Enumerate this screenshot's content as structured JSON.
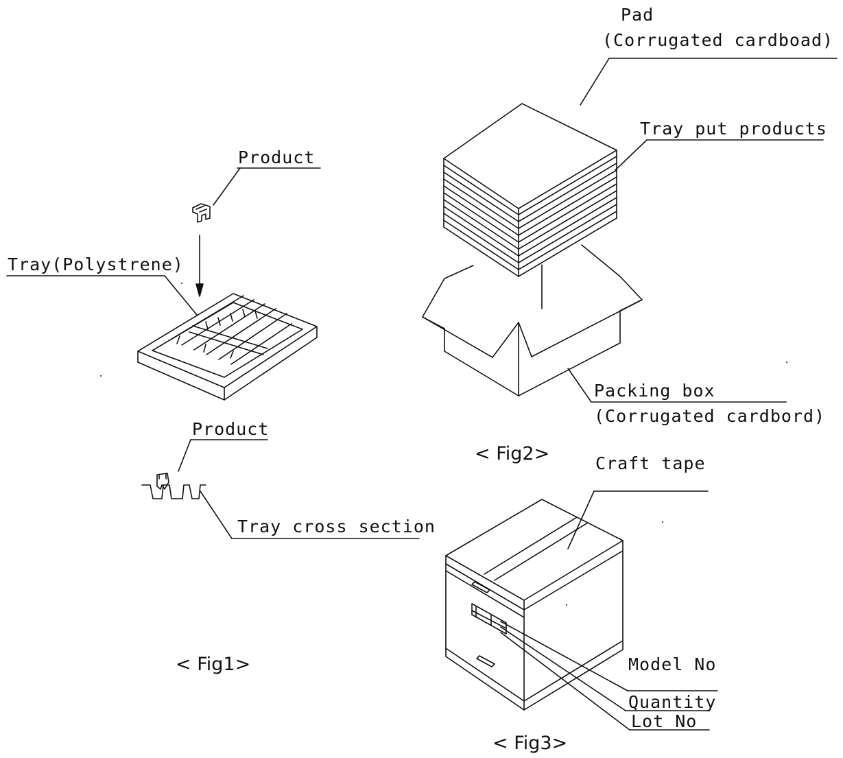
{
  "fig1": {
    "caption": "< Fig1>",
    "labels": {
      "product_top": "Product",
      "tray": "Tray(Polystrene)",
      "product_cross": "Product",
      "tray_cross_section": "Tray cross section"
    }
  },
  "fig2": {
    "caption": "< Fig2>",
    "labels": {
      "pad_line1": "Pad",
      "pad_line2": "(Corrugated cardboad)",
      "tray_put_products": "Tray put products",
      "packing_box_line1": "Packing box",
      "packing_box_line2": "(Corrugated cardbord)"
    }
  },
  "fig3": {
    "caption": "< Fig3>",
    "labels": {
      "craft_tape": "Craft tape",
      "model_no": "Model No",
      "quantity": "Quantity",
      "lot_no": "Lot No"
    }
  },
  "colors": {
    "ink": "#111111",
    "paper": "#ffffff"
  }
}
